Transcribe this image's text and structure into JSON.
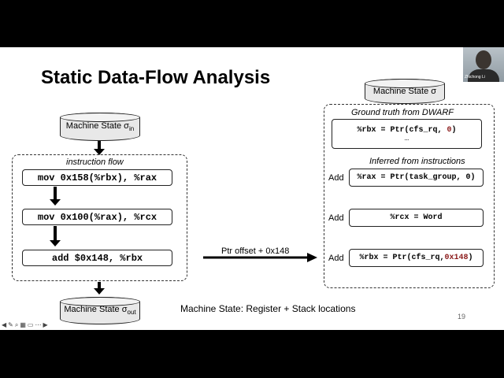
{
  "slide": {
    "title": "Static Data-Flow Analysis",
    "page_number": "19",
    "footer_caption": "Machine State: Register + Stack locations"
  },
  "left": {
    "state_in": {
      "base": "Machine State σ",
      "sub": "in"
    },
    "flow_label": "instruction flow",
    "instructions": [
      "mov 0x158(%rbx), %rax",
      "mov 0x100(%rax), %rcx",
      "add $0x148, %rbx"
    ],
    "state_out": {
      "base": "Machine State σ",
      "sub": "out"
    }
  },
  "middle": {
    "arrow_label": "Ptr offset + 0x148"
  },
  "right": {
    "state": "Machine State σ",
    "ground_truth_label": "Ground truth from DWARF",
    "ground_truth_line": {
      "prefix": "%rbx = Ptr(cfs_rq, ",
      "num": "0",
      "suffix": ")"
    },
    "ground_truth_ellipsis": "…",
    "inferred_label": "Inferred from instructions",
    "add_label": "Add",
    "inferred": [
      {
        "prefix": "%rax = Ptr(task_group, 0)",
        "highlight": "",
        "suffix": ""
      },
      {
        "prefix": "%rcx = Word",
        "highlight": "",
        "suffix": ""
      },
      {
        "prefix": "%rbx = Ptr(cfs_rq, ",
        "highlight": "0x148",
        "suffix": ")"
      }
    ]
  },
  "webcam": {
    "name_caption": "Zhichong Li"
  },
  "toolbar": {
    "icons": [
      "prev-icon",
      "pen-icon",
      "zoom-icon",
      "grid-icon",
      "chat-icon",
      "more-icon",
      "next-icon"
    ]
  },
  "colors": {
    "slide_bg": "#ffffff",
    "state_fill": "#e8e8e8",
    "highlight_red": "#8b1a1a",
    "frame": "#000000"
  }
}
